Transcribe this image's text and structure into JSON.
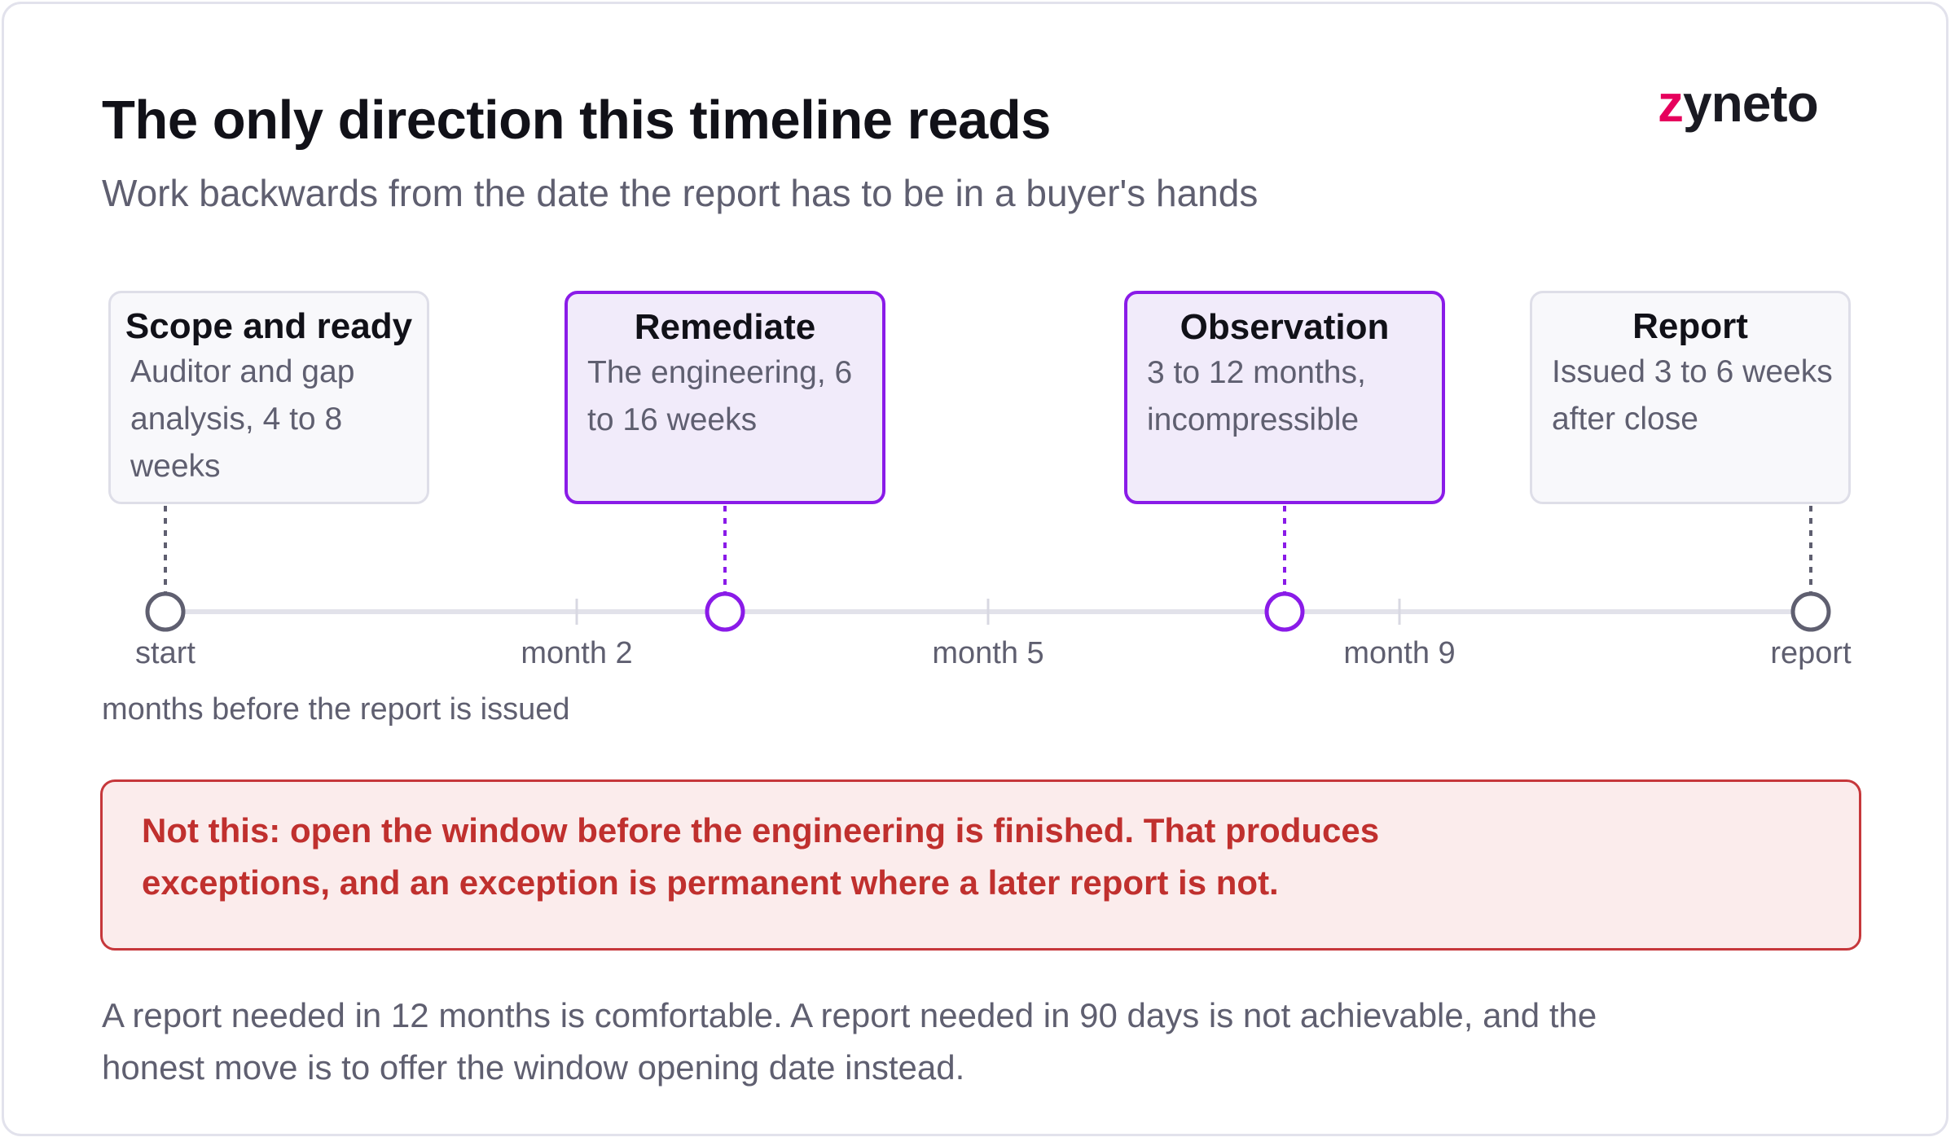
{
  "header": {
    "title": "The only direction this timeline reads",
    "subtitle": "Work backwards from the date the report has to be in a buyer's hands"
  },
  "logo": {
    "text_z": "z",
    "text_rest": "yneto",
    "accent_color": "#e6005c"
  },
  "stages": [
    {
      "title": "Scope and ready",
      "description": "Auditor and gap analysis, 4 to 8 weeks",
      "highlighted": false
    },
    {
      "title": "Remediate",
      "description": "The engineering, 6 to 16 weeks",
      "highlighted": true
    },
    {
      "title": "Observation",
      "description": "3 to 12 months, incompressible",
      "highlighted": true
    },
    {
      "title": "Report",
      "description": "Issued 3 to 6 weeks after close",
      "highlighted": false
    }
  ],
  "axis": {
    "ticks": [
      "start",
      "month 2",
      "month 5",
      "month 9",
      "report"
    ],
    "caption": "months before the report is issued"
  },
  "warning": {
    "text": "Not this: open the window before the engineering is finished. That produces exceptions, and an exception is permanent where a later report is not."
  },
  "footer": {
    "text": "A report needed in 12 months is comfortable. A report needed in 90 days is not achievable, and the honest move is to offer the window opening date instead."
  },
  "colors": {
    "highlight": "#8a1be8",
    "neutral_marker": "#5f5f70",
    "warning": "#c0302e"
  }
}
